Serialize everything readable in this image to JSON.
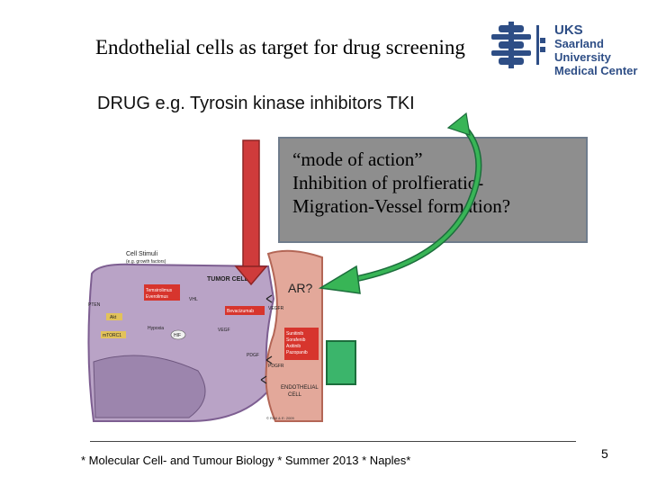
{
  "slide": {
    "title": "Endothelial cells as target for drug screening",
    "subtitle": "DRUG e.g. Tyrosin kinase inhibitors TKI",
    "callout": {
      "line1": "“mode of action”",
      "line2": "Inhibition of prolfieratio-",
      "line3": "Migration-Vessel formation?"
    },
    "ar_label": "AR?",
    "footer": "* Molecular Cell- and Tumour Biology * Summer 2013 * Naples*",
    "page_number": "5"
  },
  "logo": {
    "line1": "UKS",
    "line2": "Saarland University",
    "line3": "Medical Center"
  },
  "figure": {
    "cell_stimuli": "Cell Stimuli",
    "cell_stimuli_sub": "(e.g. growth factors)",
    "tumor_cell": "TUMOR CELL",
    "endothelial_cell_1": "ENDOTHELIAL",
    "endothelial_cell_2": "CELL",
    "labels": {
      "pten": "PTEN",
      "akt": "Akt",
      "mtorc1": "mTORC1",
      "hypoxia": "Hypoxia",
      "vegf": "VEGF",
      "vegfr": "VEGFR",
      "pdgfr": "PDGFR",
      "pdgf": "PDGF",
      "bevacizumab": "Bevacizumab",
      "temsirolimus": "Temsirolimus",
      "everolimus": "Everolimus",
      "sunitinib": "Sunitinib",
      "sorafenib": "Sorafenib",
      "axitinib": "Axitinib",
      "pazopanib": "Pazopanib",
      "vhl": "VHL",
      "hif": "HIF",
      "credit": "© RINI & E: 2009"
    }
  },
  "colors": {
    "callout_bg": "#8e8e8e",
    "arrow_red": "#cf3b3b",
    "arrow_green": "#2fa84a",
    "logo_blue": "#2e4e86"
  }
}
